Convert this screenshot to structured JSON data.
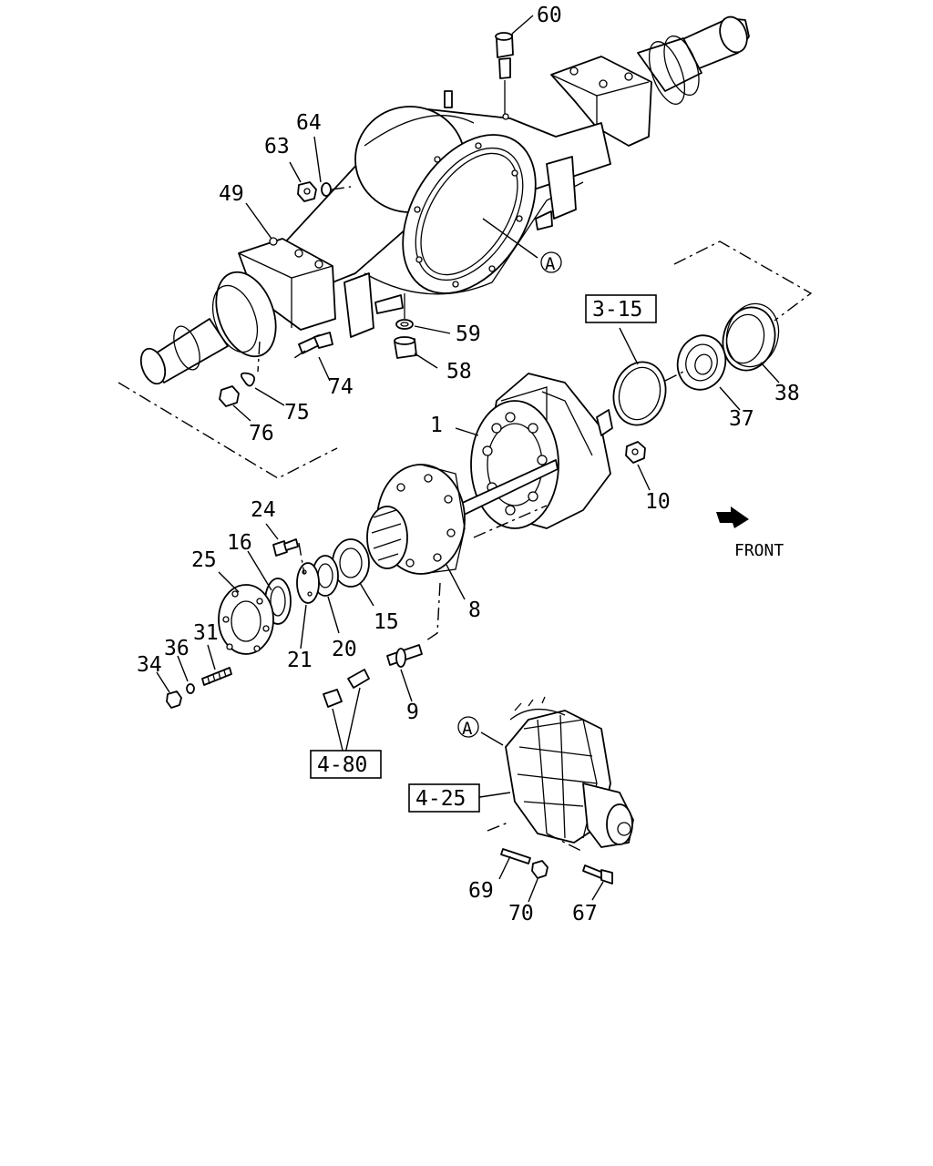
{
  "callouts": {
    "p60": "60",
    "p64": "64",
    "p63": "63",
    "p49": "49",
    "pA_top": "A",
    "p59": "59",
    "p58": "58",
    "p74": "74",
    "p75": "75",
    "p76": "76",
    "p1": "1",
    "p10": "10",
    "p37": "37",
    "p38": "38",
    "p24": "24",
    "p16": "16",
    "p25": "25",
    "p31": "31",
    "p36": "36",
    "p34": "34",
    "p21": "21",
    "p20": "20",
    "p15": "15",
    "p8": "8",
    "p9": "9",
    "pA_bottom": "A",
    "p69": "69",
    "p70": "70",
    "p67": "67"
  },
  "references": {
    "r3_15": "3-15",
    "r4_80": "4-80",
    "r4_25": "4-25"
  },
  "orientation": {
    "label": "FRONT"
  }
}
